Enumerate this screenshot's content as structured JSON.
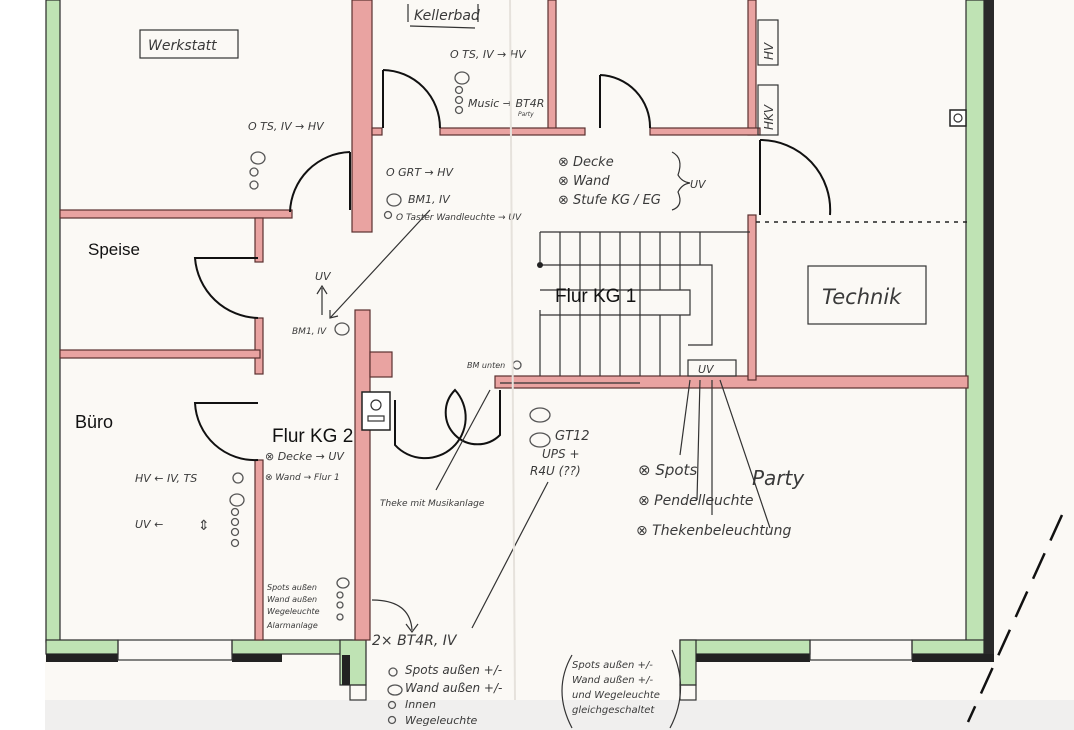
{
  "rooms": {
    "werkstatt": "Werkstatt",
    "kellerbad": "Kellerbad",
    "speise": "Speise",
    "buero": "Büro",
    "flur_kg2": "Flur KG 2",
    "flur_kg1": "Flur KG 1",
    "technik": "Technik",
    "party": "Party",
    "hv": "HV",
    "hkv": "HKV"
  },
  "notes": {
    "werkstatt_ts": "O TS, IV → HV",
    "bad_ts": "O TS, IV → HV",
    "bad_music": "Music → BT4R",
    "bad_music_sub": "Party",
    "flur1_grt": "O GRT → HV",
    "flur1_bm": "BM1, IV",
    "flur1_taster": "O Taster Wandleuchte → UV",
    "flur1_decke": "⊗ Decke",
    "flur1_wand": "⊗ Wand",
    "flur1_stufe": "⊗ Stufe KG / EG",
    "flur1_uv": "UV",
    "uv_up": "UV",
    "bm_flur2": "BM1, IV",
    "bm_unten": "BM unten",
    "stairs_uv": "UV",
    "flur2_decke": "⊗ Decke → UV",
    "flur2_wand": "⊗ Wand → Flur 1",
    "buero_hv": "HV ← IV, TS",
    "buero_uv": "UV ←",
    "theke": "Theke mit Musikanlage",
    "gt12": "GT12",
    "ups": "UPS +",
    "r4u": "R4U (??)",
    "party_spots": "⊗ Spots",
    "party_pendel": "⊗ Pendelleuchte",
    "party_theke": "⊗ Thekenbeleuchtung",
    "aussen_list": [
      "Spots außen",
      "Wand außen",
      "Wegeleuchte",
      "Alarmanlage"
    ],
    "bt4r": "2× BT4R, IV",
    "eingang_list": [
      "Spots außen +/-",
      "Wand außen +/-",
      "Innen",
      "Wegeleuchte"
    ],
    "paren_list": [
      "Spots außen +/-",
      "Wand außen +/-",
      "und Wegeleuchte",
      "gleichgeschaltet"
    ]
  }
}
